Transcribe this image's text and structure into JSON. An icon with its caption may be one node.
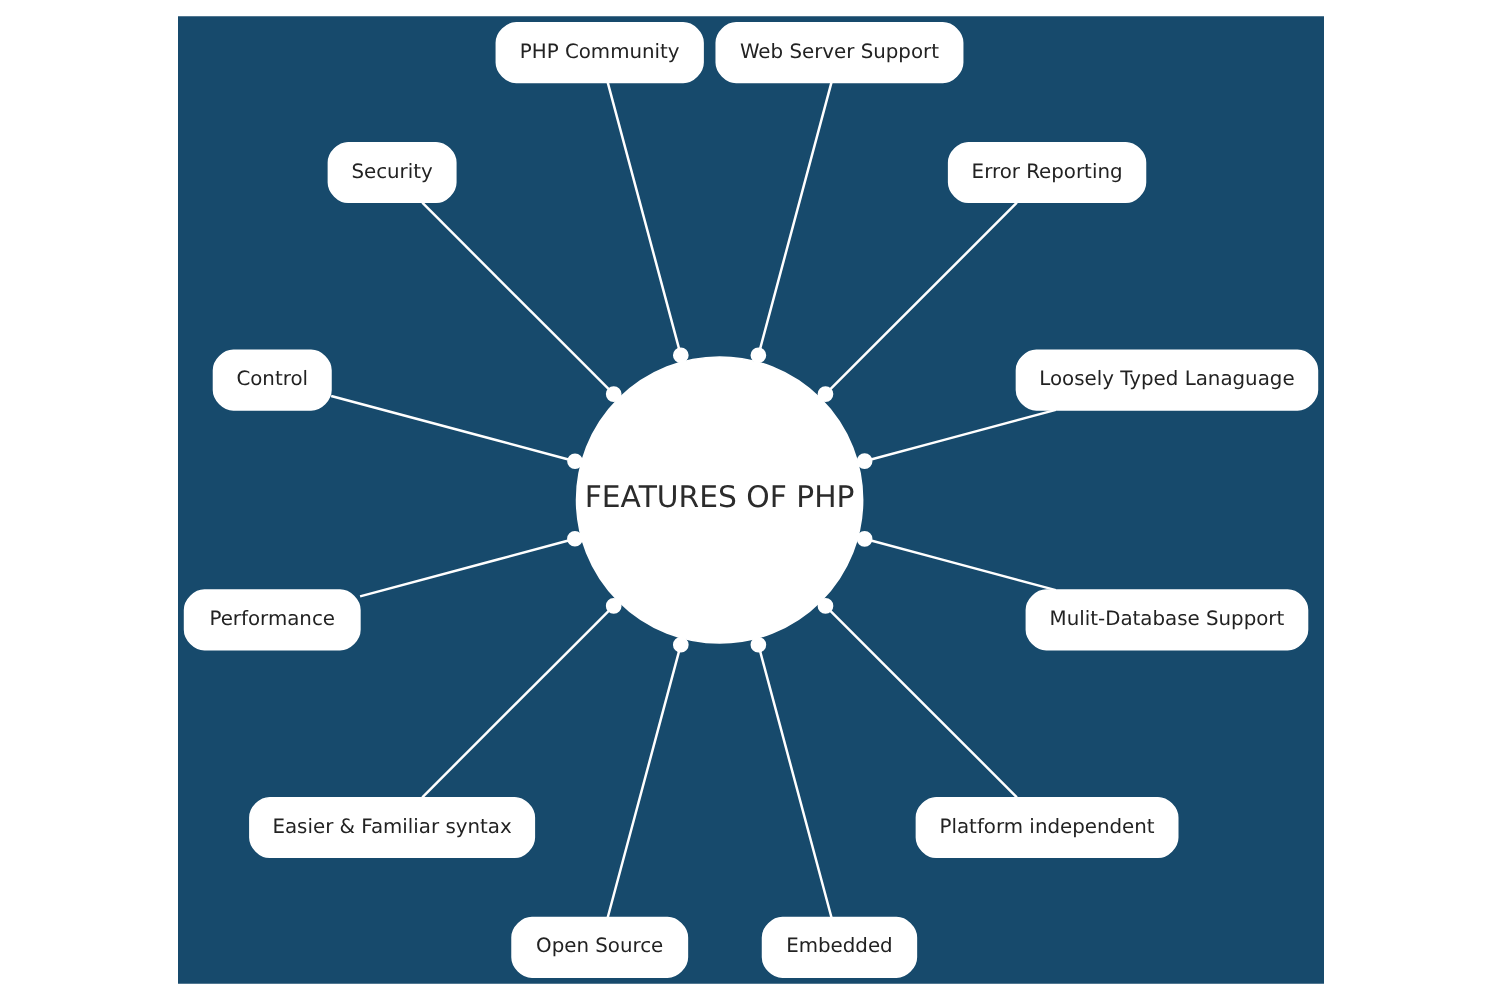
{
  "diagram": {
    "nodes": [
      {
        "text": [
          "FEATURES OF PHP"
        ]
      },
      {
        "text": [
          "Loosely Typed Lanaguage"
        ]
      },
      {
        "text": [
          "Error Reporting"
        ]
      },
      {
        "text": [
          "Web Server Support"
        ]
      },
      {
        "text": [
          "PHP Community"
        ]
      },
      {
        "text": [
          "Security"
        ]
      },
      {
        "text": [
          "Control"
        ]
      },
      {
        "text": [
          "Performance"
        ]
      },
      {
        "text": [
          "Easier & Familiar syntax"
        ]
      },
      {
        "text": [
          "Open Source"
        ]
      },
      {
        "text": [
          "Embedded"
        ]
      },
      {
        "text": [
          "Platform independent"
        ]
      },
      {
        "text": [
          "Mulit-Database Support"
        ]
      }
    ],
    "edges": [
      {
        "from": 1,
        "to": 0,
        "arrow": "other"
      },
      {
        "from": 2,
        "to": 0,
        "arrow": "other"
      },
      {
        "from": 3,
        "to": 0,
        "arrow": "other"
      },
      {
        "from": 4,
        "to": 0,
        "arrow": "other"
      },
      {
        "from": 5,
        "to": 0,
        "arrow": "other"
      },
      {
        "from": 6,
        "to": 0,
        "arrow": "other"
      },
      {
        "from": 7,
        "to": 0,
        "arrow": "other"
      },
      {
        "from": 8,
        "to": 0,
        "arrow": "other"
      },
      {
        "from": 9,
        "to": 0,
        "arrow": "other"
      },
      {
        "from": 10,
        "to": 0,
        "arrow": "other"
      },
      {
        "from": 11,
        "to": 0,
        "arrow": "other"
      },
      {
        "from": 12,
        "to": 0,
        "arrow": "other"
      }
    ]
  }
}
